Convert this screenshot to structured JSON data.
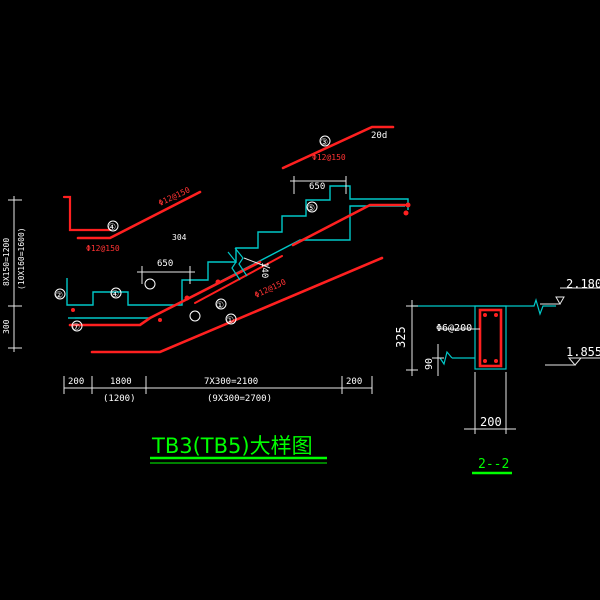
{
  "colors": {
    "background": "#000000",
    "rebar": "#ff2020",
    "outline": "#00c8c8",
    "dimension": "#e8e8e8",
    "title": "#00ff00",
    "label_red": "#ff3333",
    "label_white": "#ffffff"
  },
  "title": {
    "text": "TB3(TB5)大样图"
  },
  "section_label": {
    "text": "2--2"
  },
  "rebar_labels": {
    "top_upper": "Φ12@150",
    "top_upper_len": "20d",
    "left_upper": "Φ12@150",
    "left_upper_b": "Φ12@150",
    "left_upper_len": "304",
    "main_bottom": "Φ12@150",
    "thickness": "140",
    "section_stirrup": "Φ6@200"
  },
  "markers": {
    "m1": "①",
    "m2": "②",
    "m3": "③",
    "m4": "④",
    "m5": "⑤",
    "m7": "⑦"
  },
  "dimensions": {
    "bottom_1": "200",
    "bottom_2": "1800",
    "bottom_2b": "(1200)",
    "bottom_3": "7X300=2100",
    "bottom_3b": "(9X300=2700)",
    "bottom_4": "200",
    "top_650": "650",
    "mid_650": "650",
    "left_vert_1": "8X150=1200",
    "left_vert_1b": "(10X160=1600)",
    "left_vert_2": "300",
    "sec_325": "325",
    "sec_90": "90",
    "sec_200": "200",
    "level_high": "2.180",
    "level_low": "1.855"
  }
}
